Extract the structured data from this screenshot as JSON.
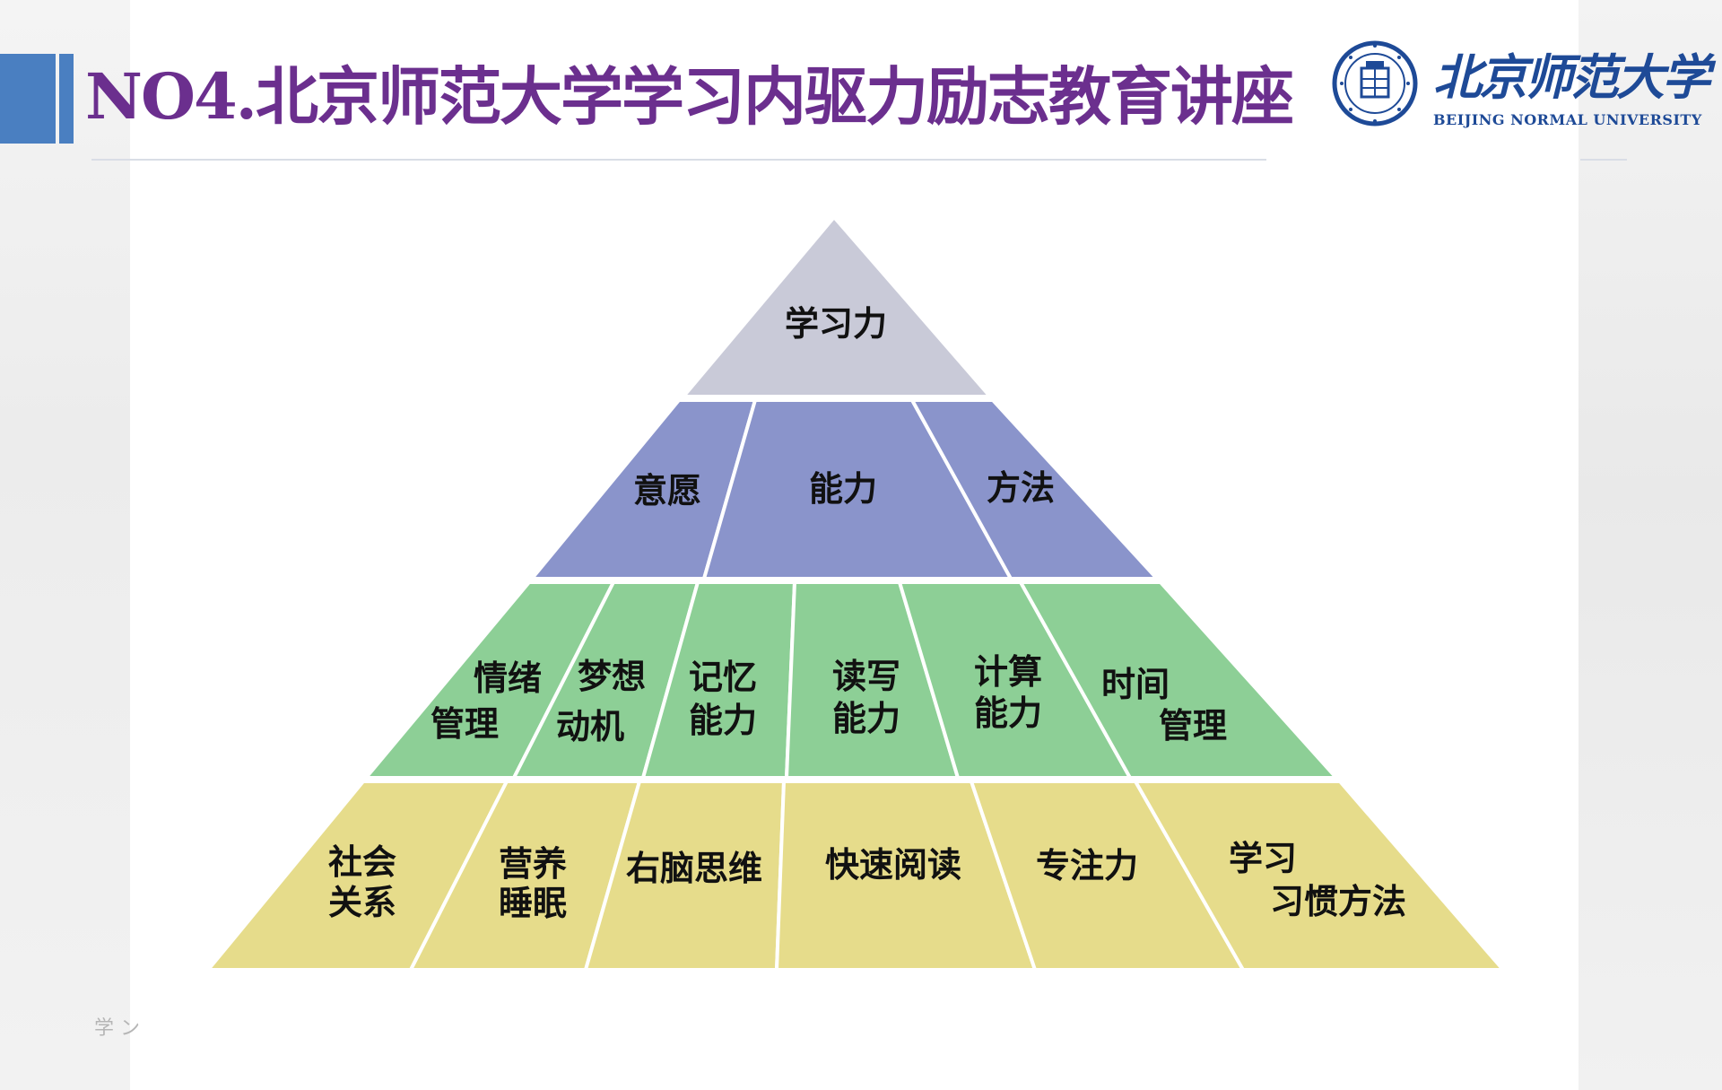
{
  "header": {
    "title": "NO4.北京师范大学学习内驱力励志教育讲座",
    "logo_cn": "北京师范大学",
    "logo_en": "BEIJING NORMAL UNIVERSITY"
  },
  "footer": {
    "text": "学 ン"
  },
  "colors": {
    "accent": "#4a7fc1",
    "title": "#6b2f8e",
    "logo": "#1e4a97",
    "tier1": "#c9cad8",
    "tier2": "#8a94cb",
    "tier3": "#8dcf96",
    "tier4": "#e6dc8b"
  },
  "pyramid": {
    "tier1": [
      [
        "学习力"
      ]
    ],
    "tier2": [
      [
        "意愿"
      ],
      [
        "能力"
      ],
      [
        "方法"
      ]
    ],
    "tier3": [
      [
        "情绪",
        "管理"
      ],
      [
        "梦想",
        "动机"
      ],
      [
        "记忆",
        "能力"
      ],
      [
        "读写",
        "能力"
      ],
      [
        "计算",
        "能力"
      ],
      [
        "时间",
        "管理"
      ]
    ],
    "tier4": [
      [
        "社会",
        "关系"
      ],
      [
        "营养",
        "睡眠"
      ],
      [
        "右脑思维"
      ],
      [
        "快速阅读"
      ],
      [
        "专注力"
      ],
      [
        "学习",
        "习惯方法"
      ]
    ]
  }
}
